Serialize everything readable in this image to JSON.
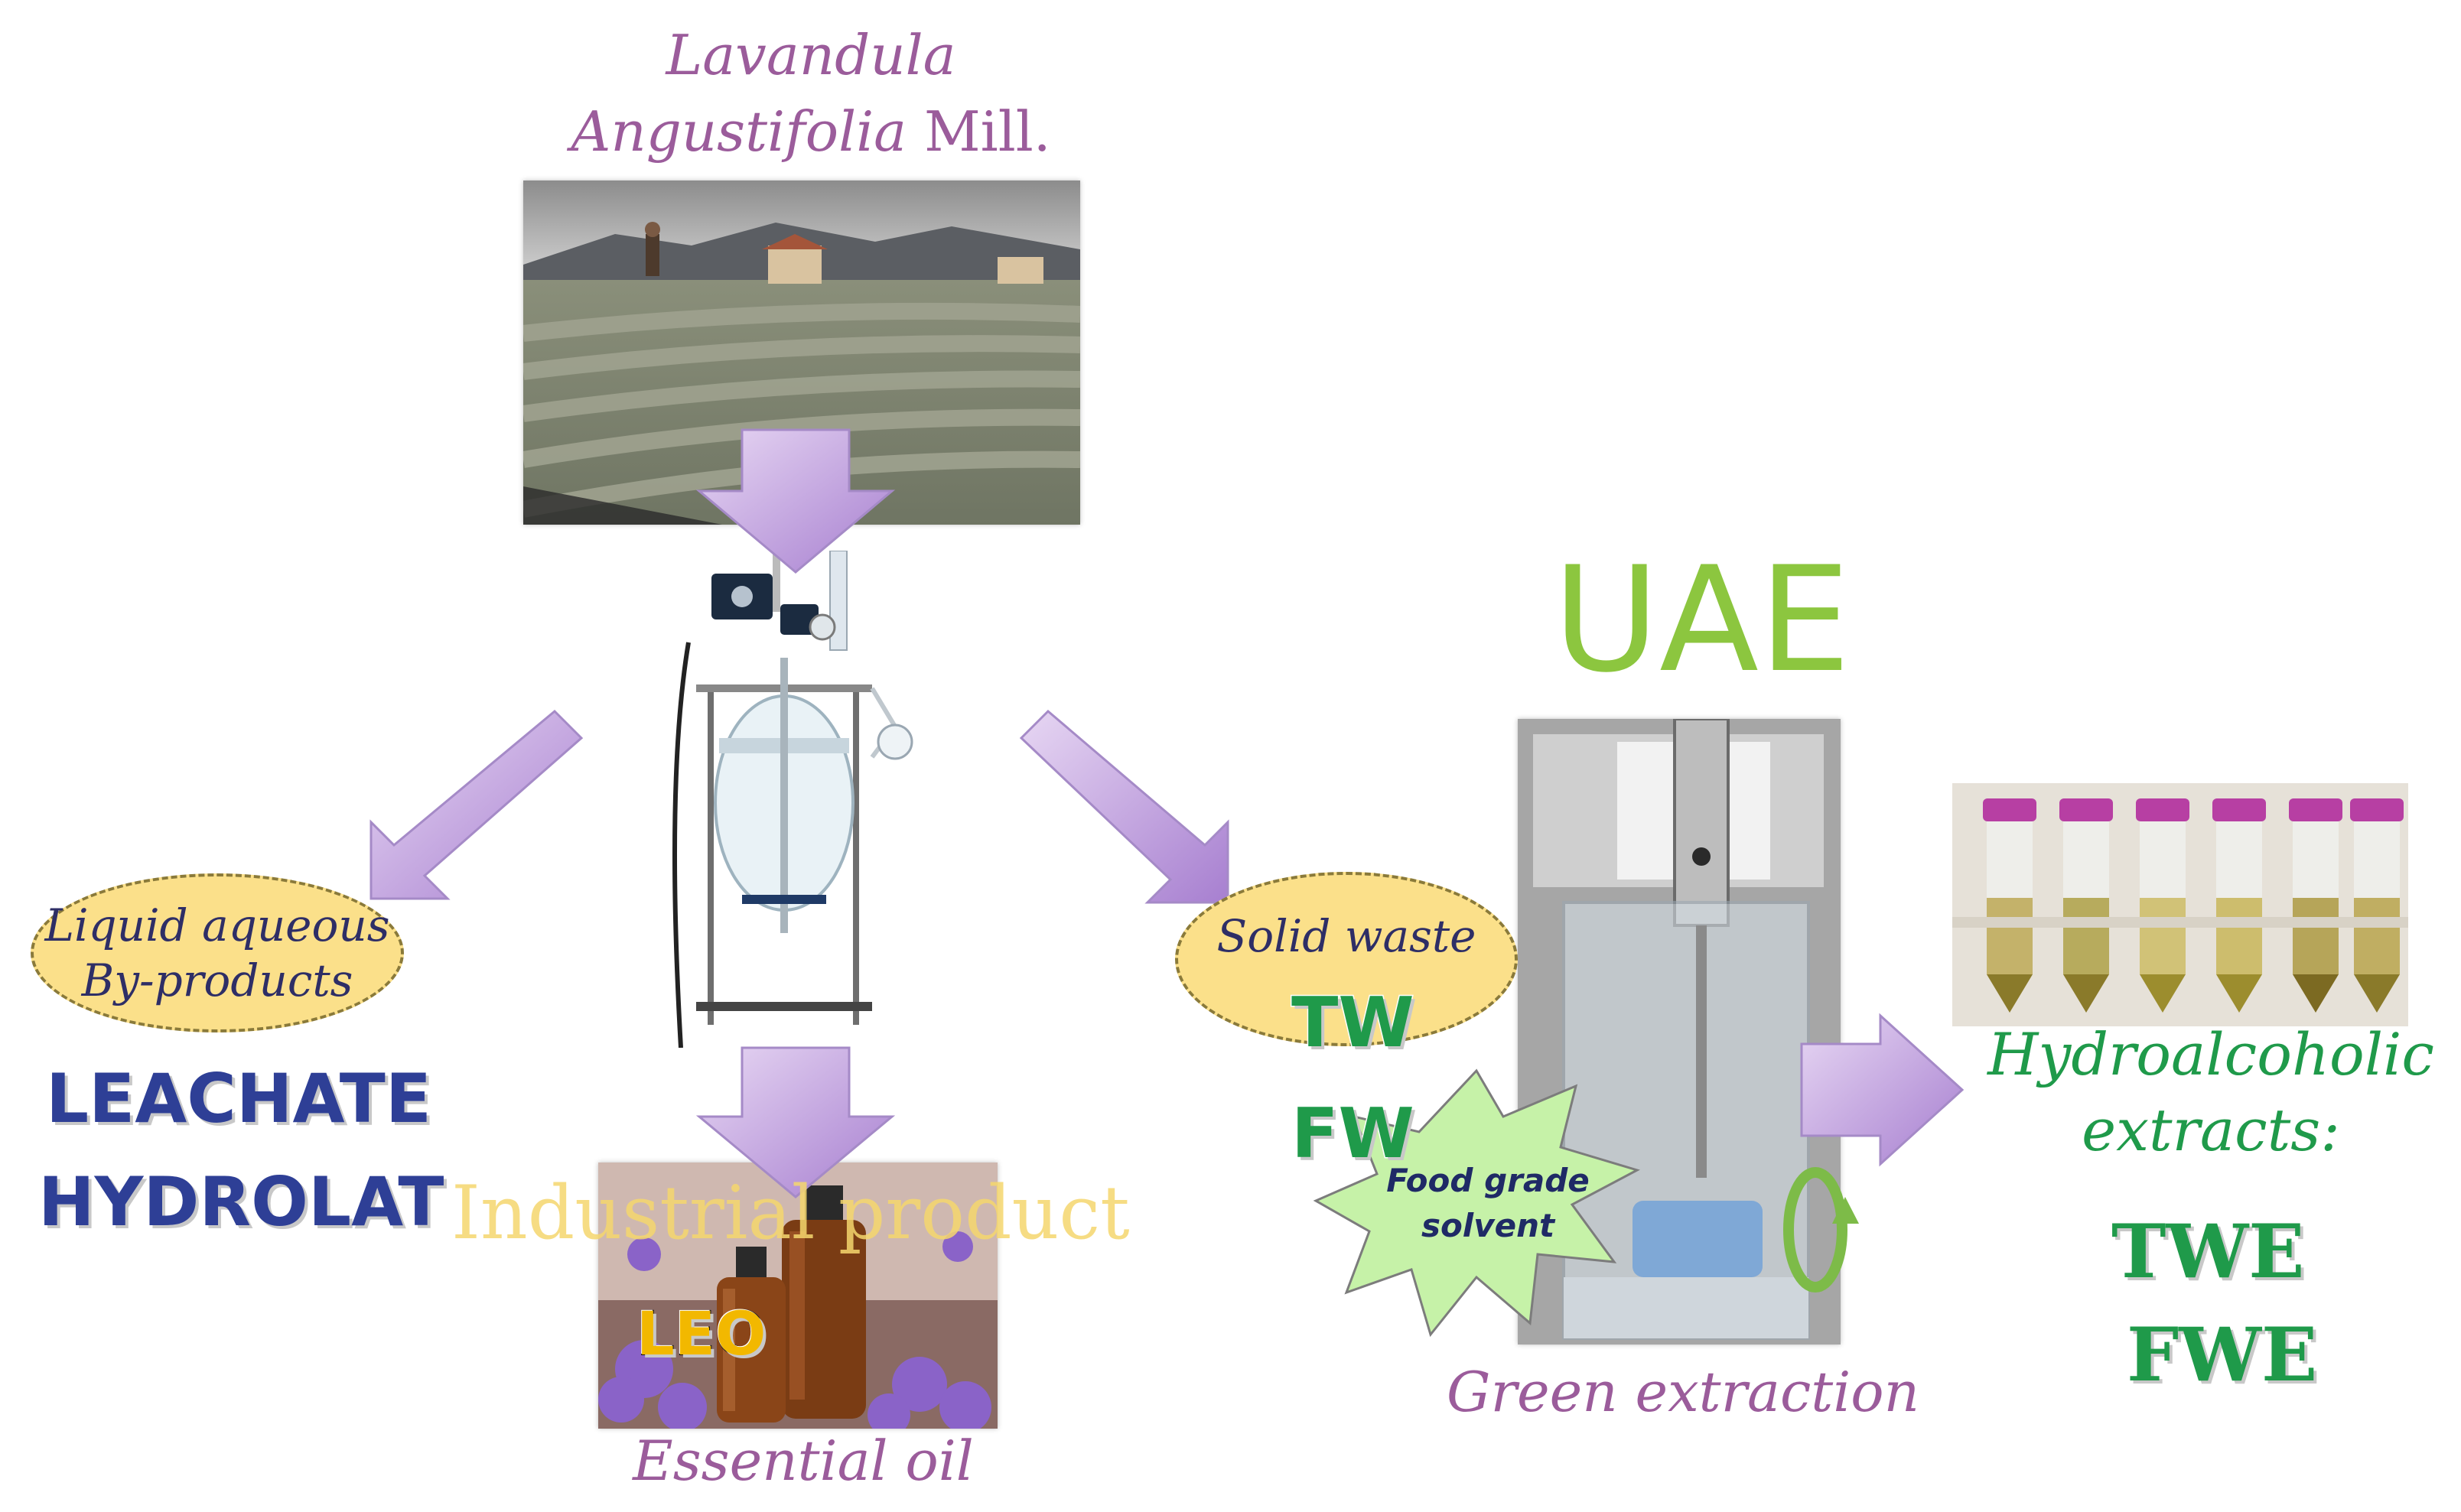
{
  "title": {
    "line1": "Lavandula",
    "line2_italic": "Angustifolia",
    "line2_rest": "Mill."
  },
  "labels": {
    "liquid_line1": "Liquid aqueous",
    "liquid_line2": "By-products",
    "leachate": "LEACHATE",
    "hydrolat": "HYDROLAT",
    "industrial_product": "Industrial product",
    "leo": "LEO",
    "essential_oil": "Essential oil",
    "uae": "UAE",
    "solid_waste": "Solid waste",
    "tw": "TW",
    "fw": "FW",
    "food_grade_line1": "Food grade",
    "food_grade_line2": "solvent",
    "green_extraction": "Green extraction",
    "hydro_line1": "Hydroalcoholic",
    "hydro_line2": "extracts:",
    "twe": "TWE",
    "fwe": "FWE"
  },
  "colors": {
    "title_purple": "#9b5c9b",
    "arrow_purple": "#b48cd2",
    "navy_text": "#2e3f96",
    "green_text": "#1f9a4a",
    "uae_green": "#8cc63f",
    "ellipse_fill": "#fbe08a",
    "starburst_fill": "#c6f2a8",
    "industrial_yellow": "#f5d76e"
  }
}
